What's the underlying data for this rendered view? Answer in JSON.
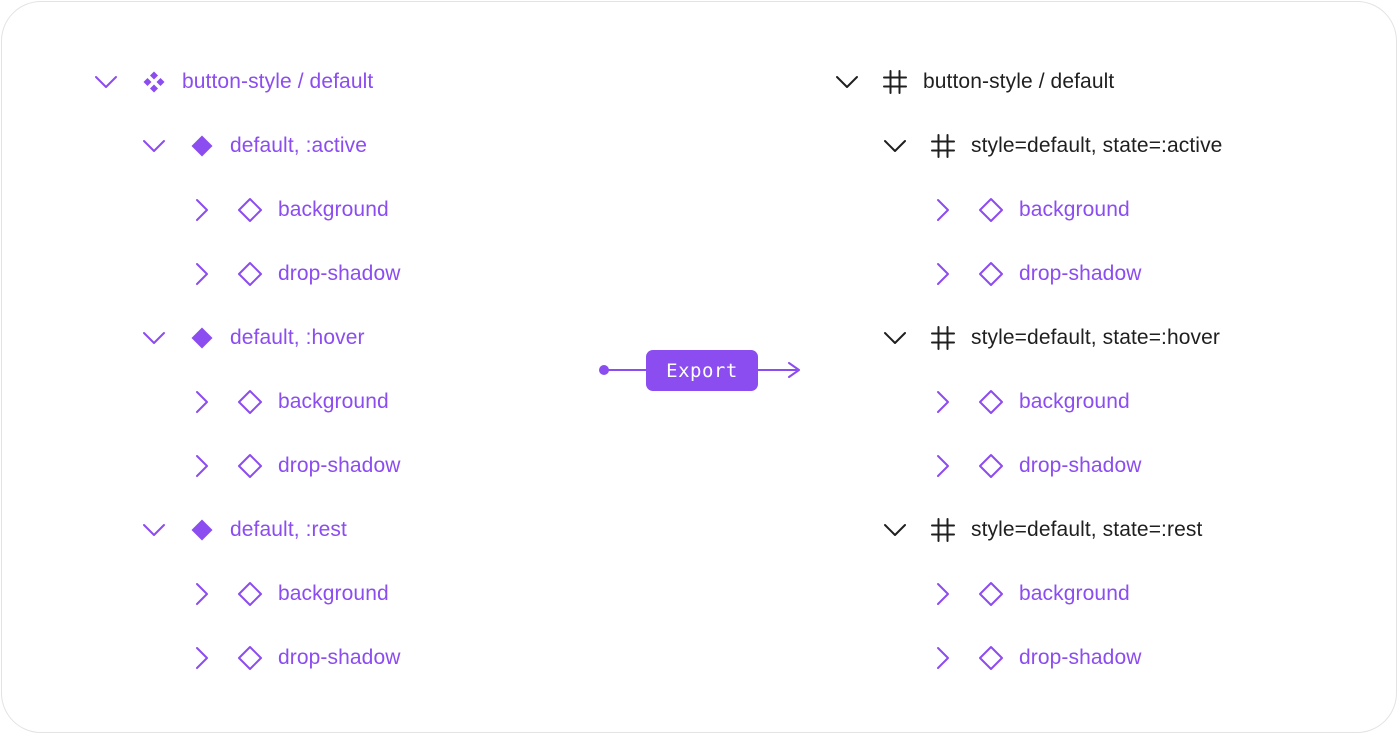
{
  "colors": {
    "accent": "#8b4cf0",
    "dark": "#1f1f1f"
  },
  "left_tree": {
    "root": {
      "label": "button-style / default",
      "icon": "component-set-icon",
      "expanded": true
    },
    "variants": [
      {
        "label": "default, :active",
        "icon": "component-icon",
        "children": [
          {
            "label": "background",
            "icon": "instance-icon"
          },
          {
            "label": "drop-shadow",
            "icon": "instance-icon"
          }
        ]
      },
      {
        "label": "default, :hover",
        "icon": "component-icon",
        "children": [
          {
            "label": "background",
            "icon": "instance-icon"
          },
          {
            "label": "drop-shadow",
            "icon": "instance-icon"
          }
        ]
      },
      {
        "label": "default, :rest",
        "icon": "component-icon",
        "children": [
          {
            "label": "background",
            "icon": "instance-icon"
          },
          {
            "label": "drop-shadow",
            "icon": "instance-icon"
          }
        ]
      }
    ]
  },
  "export": {
    "label": "Export"
  },
  "right_tree": {
    "root": {
      "label": "button-style / default",
      "icon": "frame-icon",
      "expanded": true
    },
    "variants": [
      {
        "label": "style=default, state=:active",
        "icon": "frame-icon",
        "children": [
          {
            "label": "background",
            "icon": "instance-icon"
          },
          {
            "label": "drop-shadow",
            "icon": "instance-icon"
          }
        ]
      },
      {
        "label": "style=default, state=:hover",
        "icon": "frame-icon",
        "children": [
          {
            "label": "background",
            "icon": "instance-icon"
          },
          {
            "label": "drop-shadow",
            "icon": "instance-icon"
          }
        ]
      },
      {
        "label": "style=default, state=:rest",
        "icon": "frame-icon",
        "children": [
          {
            "label": "background",
            "icon": "instance-icon"
          },
          {
            "label": "drop-shadow",
            "icon": "instance-icon"
          }
        ]
      }
    ]
  }
}
